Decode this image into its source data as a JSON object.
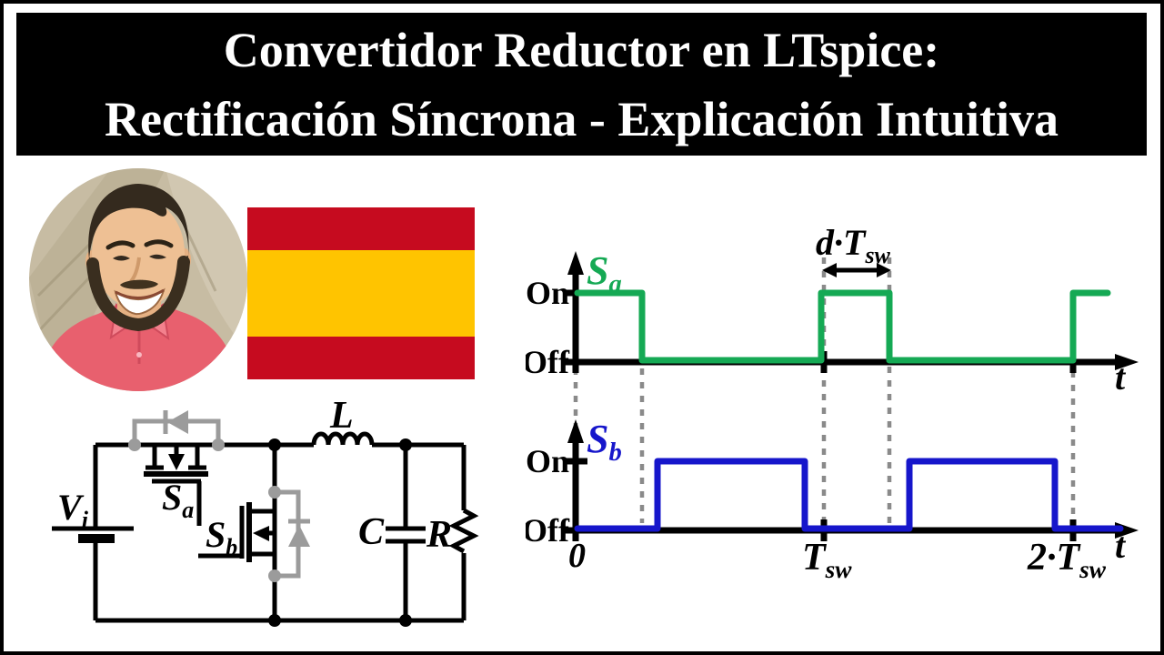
{
  "title": {
    "line1": "Convertidor Reductor en LTspice:",
    "line2": "Rectificación Síncrona - Explicación Intuitiva"
  },
  "presenter": {
    "icon": "presenter-portrait-photo"
  },
  "flag": {
    "icon": "flag-of-spain",
    "stripe_colors": [
      "#C60B1F",
      "#FFC400",
      "#C60B1F"
    ]
  },
  "circuit": {
    "labels": {
      "source": {
        "main": "V",
        "sub": "i"
      },
      "high_side_switch": {
        "main": "S",
        "sub": "a"
      },
      "low_side_switch": {
        "main": "S",
        "sub": "b"
      },
      "inductor": "L",
      "capacitor": "C",
      "resistor": "R"
    }
  },
  "timing": {
    "colors": {
      "sa_trace": "#15A954",
      "sb_trace": "#1616CB",
      "axis": "#000000",
      "guides": "#8A8A8A"
    },
    "axis_labels": {
      "on": "On",
      "off": "Off",
      "time": "t",
      "origin": "0",
      "period": {
        "main": "T",
        "sub": "sw"
      },
      "two_period": {
        "main": "2·T",
        "sub": "sw"
      },
      "duty": {
        "main": "d·T",
        "sub": "sw"
      }
    },
    "sa": {
      "label": {
        "main": "S",
        "sub": "a"
      },
      "on_intervals_Tsw": [
        [
          0,
          0.27
        ],
        [
          1.0,
          1.26
        ],
        [
          2.0,
          2.14
        ]
      ],
      "points": [
        [
          635,
          322
        ],
        [
          706,
          322
        ],
        [
          706,
          396
        ],
        [
          903,
          396
        ],
        [
          903,
          322
        ],
        [
          978,
          322
        ],
        [
          978,
          396
        ],
        [
          1180,
          396
        ],
        [
          1180,
          322
        ],
        [
          1218,
          322
        ]
      ]
    },
    "sb": {
      "label": {
        "main": "S",
        "sub": "b"
      },
      "on_intervals_Tsw": [
        [
          0.33,
          0.92
        ],
        [
          1.34,
          1.93
        ]
      ],
      "points": [
        [
          635,
          581
        ],
        [
          723,
          581
        ],
        [
          723,
          507
        ],
        [
          885,
          507
        ],
        [
          885,
          581
        ],
        [
          1000,
          581
        ],
        [
          1000,
          507
        ],
        [
          1160,
          507
        ],
        [
          1160,
          581
        ],
        [
          1232,
          581
        ]
      ]
    },
    "guides_t_positions_Tsw": [
      0,
      0.27,
      1.0,
      1.26,
      2.0
    ]
  }
}
